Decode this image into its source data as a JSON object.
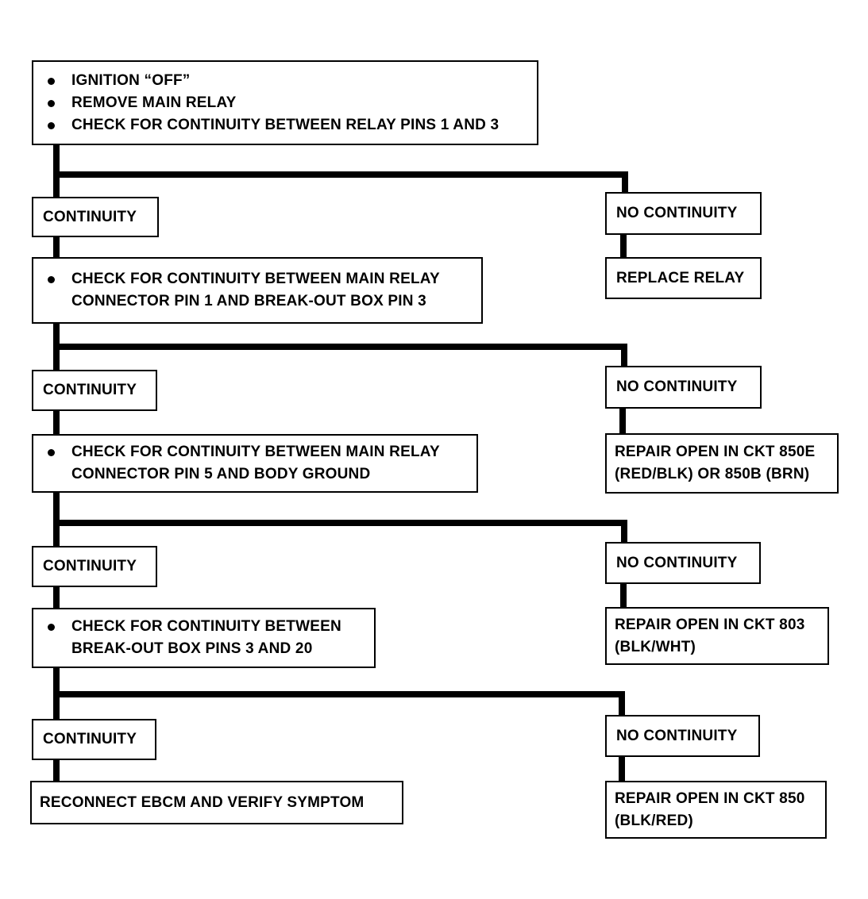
{
  "start_box": {
    "bullets": [
      "IGNITION “OFF”",
      "REMOVE MAIN RELAY",
      "CHECK FOR CONTINUITY BETWEEN RELAY PINS 1 AND 3"
    ]
  },
  "step1": {
    "yes_label": "CONTINUITY",
    "no_label": "NO CONTINUITY",
    "no_action": [
      "REPLACE RELAY"
    ],
    "yes_action_bullet": [
      "CHECK FOR CONTINUITY BETWEEN MAIN RELAY",
      "CONNECTOR PIN 1 AND BREAK-OUT BOX PIN 3"
    ]
  },
  "step2": {
    "yes_label": "CONTINUITY",
    "no_label": "NO CONTINUITY",
    "no_action": [
      "REPAIR OPEN IN CKT 850E",
      "(RED/BLK) OR 850B (BRN)"
    ],
    "yes_action_bullet": [
      "CHECK FOR CONTINUITY BETWEEN MAIN RELAY",
      "CONNECTOR PIN 5 AND BODY GROUND"
    ]
  },
  "step3": {
    "yes_label": "CONTINUITY",
    "no_label": "NO CONTINUITY",
    "no_action": [
      "REPAIR OPEN IN CKT 803",
      "(BLK/WHT)"
    ],
    "yes_action_bullet": [
      "CHECK FOR CONTINUITY BETWEEN",
      "BREAK-OUT BOX PINS 3 AND 20"
    ]
  },
  "step4": {
    "yes_label": "CONTINUITY",
    "no_label": "NO CONTINUITY",
    "no_action": [
      "REPAIR OPEN IN CKT 850",
      "(BLK/RED)"
    ],
    "yes_action": [
      "RECONNECT EBCM AND VERIFY SYMPTOM"
    ]
  }
}
